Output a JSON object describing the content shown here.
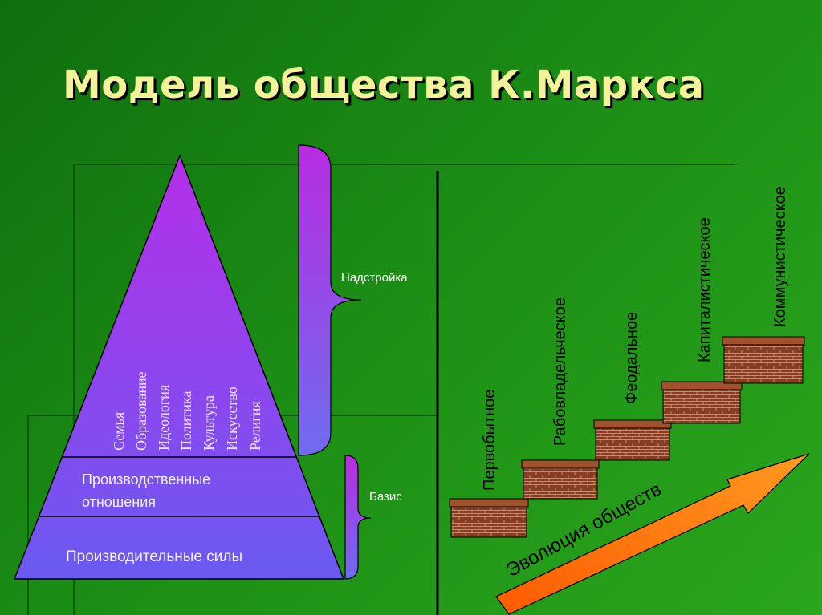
{
  "title": "Модель общества К.Маркса",
  "pyramid": {
    "superstructure_items": [
      "Семья",
      "Образование",
      "Идеология",
      "Политика",
      "Культура",
      "Искусство",
      "Религия"
    ],
    "production_relations": [
      "Производственные",
      "отношения"
    ],
    "productive_forces": "Производительные силы"
  },
  "brackets": {
    "superstructure": "Надстройка",
    "basis": "Базис"
  },
  "stages": [
    "Первобытное",
    "Рабовладельческое",
    "Феодальное",
    "Капиталистическое",
    "Коммунистическое"
  ],
  "arrow_label": "Эволюция обществ",
  "colors": {
    "background": "#1b8c14",
    "title": "#f4f39a",
    "pyramid_top": "#b02fe6",
    "pyramid_bottom": "#6a5cf0",
    "brick": "#8b3b28",
    "brick_cap": "#a0522d",
    "arrow": "#ff6a00"
  }
}
